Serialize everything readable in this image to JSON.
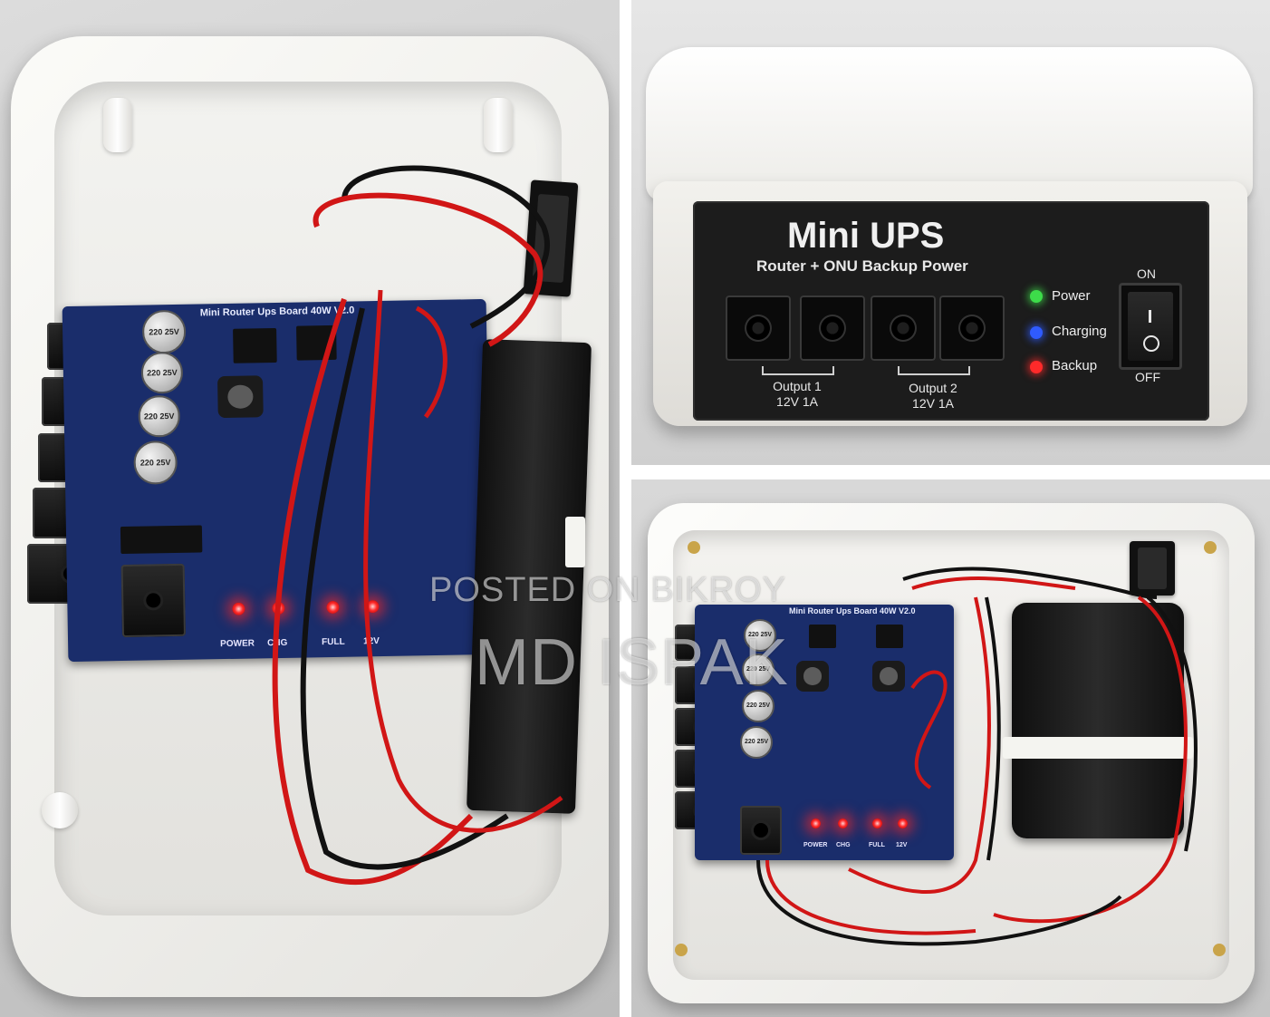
{
  "left_photo": {
    "board_title": "Mini Router Ups Board 40W V2.0",
    "capacitor_label": "220 25V",
    "led_labels": [
      "POWER",
      "CHG",
      "FULL",
      "12V"
    ]
  },
  "top_right_photo": {
    "title": "Mini UPS",
    "subtitle": "Router + ONU Backup Power",
    "outputs": [
      {
        "name": "Output 1",
        "rating": "12V 1A"
      },
      {
        "name": "Output 2",
        "rating": "12V 1A"
      }
    ],
    "indicators": [
      {
        "label": "Power",
        "color": "#3ddc4a"
      },
      {
        "label": "Charging",
        "color": "#2f5bff"
      },
      {
        "label": "Backup",
        "color": "#ff2a2a"
      }
    ],
    "switch_on_label": "ON",
    "switch_off_label": "OFF"
  },
  "bottom_right_photo": {
    "board_title": "Mini Router Ups Board 40W V2.0",
    "capacitor_label": "220 25V",
    "led_labels": [
      "POWER",
      "CHG",
      "FULL",
      "12V"
    ]
  },
  "watermark": {
    "line1": "POSTED ON BIKROY",
    "line2": "MD ISPAK"
  }
}
